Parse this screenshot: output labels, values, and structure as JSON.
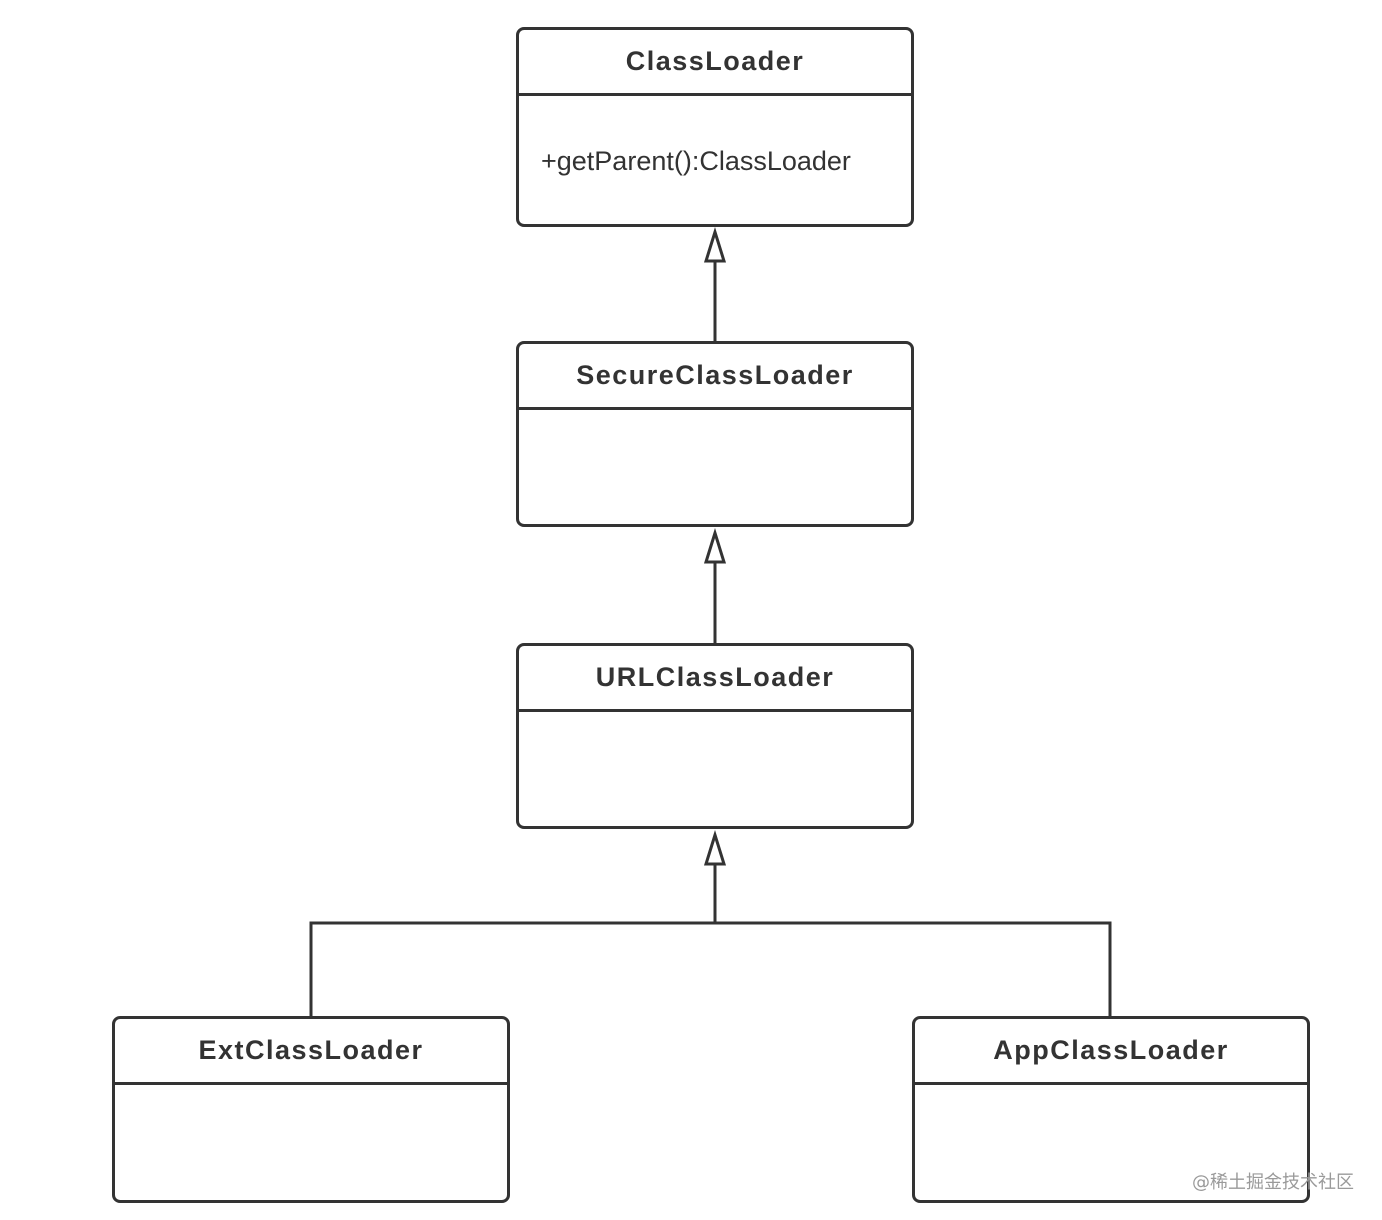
{
  "diagram": {
    "classes": [
      {
        "id": "classloader",
        "name": "ClassLoader",
        "members": [
          "+getParent():ClassLoader"
        ]
      },
      {
        "id": "secureclassloader",
        "name": "SecureClassLoader",
        "members": []
      },
      {
        "id": "urlclassloader",
        "name": "URLClassLoader",
        "members": []
      },
      {
        "id": "extclassloader",
        "name": "ExtClassLoader",
        "members": []
      },
      {
        "id": "appclassloader",
        "name": "AppClassLoader",
        "members": []
      }
    ],
    "relations": [
      {
        "type": "generalization",
        "from": "secureclassloader",
        "to": "classloader"
      },
      {
        "type": "generalization",
        "from": "urlclassloader",
        "to": "secureclassloader"
      },
      {
        "type": "generalization",
        "from": "extclassloader",
        "to": "urlclassloader"
      },
      {
        "type": "generalization",
        "from": "appclassloader",
        "to": "urlclassloader"
      }
    ],
    "colors": {
      "stroke": "#333333",
      "text": "#333333",
      "background": "#ffffff",
      "watermark": "#9a9a9a"
    }
  },
  "watermark": "@稀土掘金技术社区"
}
